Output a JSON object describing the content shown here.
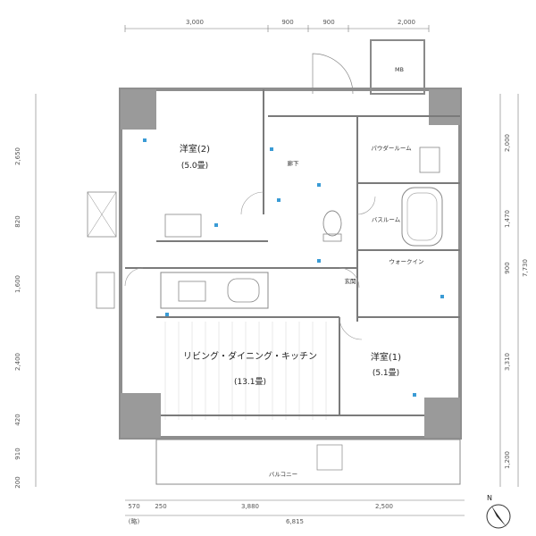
{
  "top_dims": [
    "3,000",
    "900",
    "900",
    "2,000"
  ],
  "left_dims": [
    "2,650",
    "820",
    "1,600",
    "2,400",
    "420",
    "910",
    "200"
  ],
  "right_dims": [
    "2,000",
    "1,470",
    "900",
    "3,310",
    "1,200"
  ],
  "right_total": "7,730",
  "bottom_dims": [
    "570",
    "250",
    "3,880",
    "2,500"
  ],
  "bottom_total": "6,815",
  "bottom_label": "(略)",
  "rooms": {
    "bedroom2": {
      "name": "洋室(2)",
      "size": "(5.0畳)"
    },
    "hallway": "廊下",
    "powder_room": "パウダールーム",
    "bathroom": "バスルーム",
    "ldk": {
      "name": "リビング・ダイニング・キッチン",
      "size": "(13.1畳)"
    },
    "bedroom1": {
      "name": "洋室(1)",
      "size": "(5.1畳)"
    },
    "balcony": "バルコニー",
    "mb": "MB",
    "entrance": "玄関",
    "wic": "ウォークイン"
  },
  "colors": {
    "wall": "#9a9a9a",
    "line": "#6f6f6f",
    "accent": "#3a9bd5",
    "floor_lines": "#d8d8d8"
  }
}
